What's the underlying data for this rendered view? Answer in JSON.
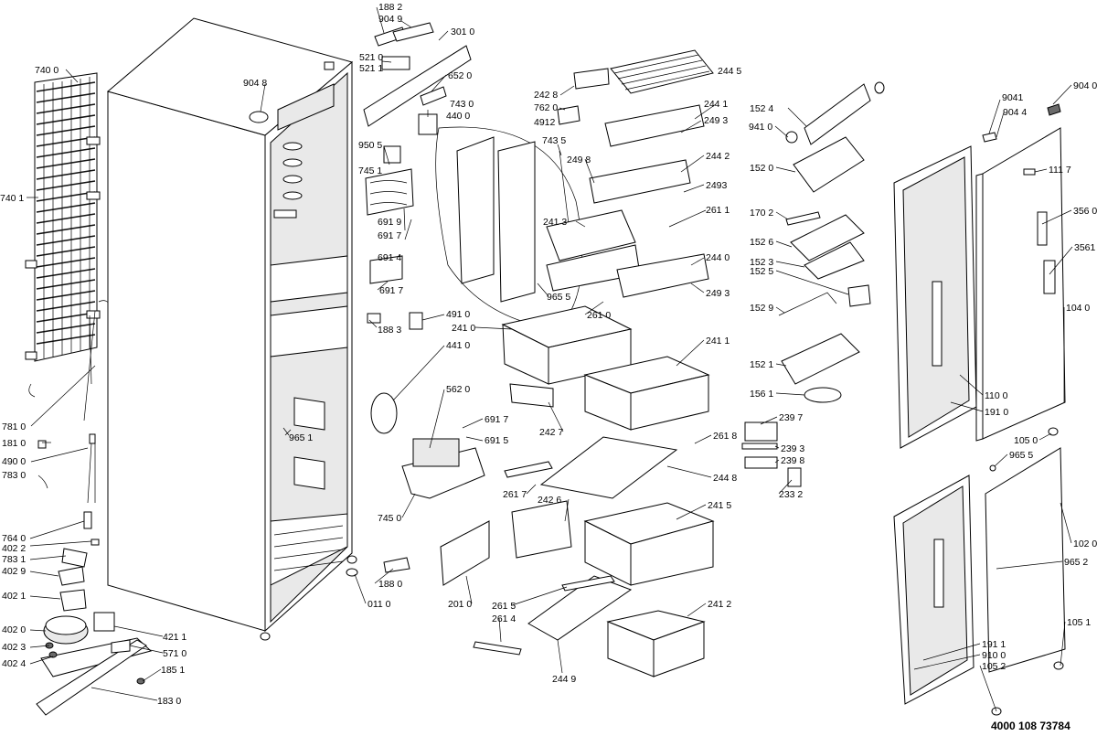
{
  "document_number": "4000 108 73784",
  "labels": {
    "l7400": "740 0",
    "l7401": "740 1",
    "l7810": "781 0",
    "l1810": "181 0",
    "l4900": "490 0",
    "l7830": "783 0",
    "l7640": "764 0",
    "l4022": "402 2",
    "l7831": "783 1",
    "l4029": "402 9",
    "l4021": "402 1",
    "l4020": "402 0",
    "l4023": "402 3",
    "l4024": "402 4",
    "l4211": "421 1",
    "l5710": "571 0",
    "l1851": "185 1",
    "l1830": "183 0",
    "l9048": "904 8",
    "l9651a": "965 1",
    "l0110": "011 0",
    "l1880": "188 0",
    "l1882": "188 2",
    "l9049": "904 9",
    "l3010": "301 0",
    "l5210": "521 0",
    "l5211": "521 1",
    "l6520": "652 0",
    "l7430": "743 0",
    "l4400": "440 0",
    "l9505": "950 5",
    "l7451": "745 1",
    "l6919": "691 9",
    "l6917a": "691 7",
    "l6914": "691 4",
    "l6917b": "691 7",
    "l1883": "188 3",
    "l4910": "491 0",
    "l4410": "441 0",
    "l5620": "562 0",
    "l6917c": "691 7",
    "l6915": "691 5",
    "l7450": "745 0",
    "l2010": "201 0",
    "l2428": "242 8",
    "l7620": "762 0",
    "l4912": "4912",
    "l7435": "743 5",
    "l2445": "244 5",
    "l2441": "244 1",
    "l2493a": "249 3",
    "l2498": "249 8",
    "l2442": "244 2",
    "l2493b": "2493",
    "l2413": "241 3",
    "l2611": "261 1",
    "l2440": "244 0",
    "l2493c": "249 3",
    "l9655a": "965 5",
    "l2610": "261 0",
    "l2410": "241 0",
    "l2411": "241 1",
    "l2427": "242 7",
    "l2618": "261 8",
    "l2448": "244 8",
    "l2617": "261 7",
    "l2426": "242 6",
    "l2415": "241 5",
    "l2615": "261 5",
    "l2614": "261 4",
    "l2412": "241 2",
    "l2449": "244 9",
    "l1524": "152 4",
    "l9410": "941 0",
    "l1520": "152 0",
    "l1702": "170 2",
    "l1526": "152 6",
    "l1523": "152 3",
    "l1525": "152 5",
    "l1529": "152 9",
    "l1521": "152 1",
    "l1561": "156 1",
    "l2397": "239 7",
    "l2393": "239 3",
    "l2398": "239 8",
    "l2332": "233 2",
    "l9041": "9041",
    "l9044": "904 4",
    "l9040": "904 0",
    "l1117": "111 7",
    "l3560": "356 0",
    "l3561": "3561",
    "l1040": "104 0",
    "l1100": "110 0",
    "l1910": "191 0",
    "l1050": "105 0",
    "l9655b": "965 5",
    "l1020": "102 0",
    "l9652": "965 2",
    "l1051": "105 1",
    "l1911": "191 1",
    "l9100": "910 0",
    "l1052": "105 2"
  }
}
